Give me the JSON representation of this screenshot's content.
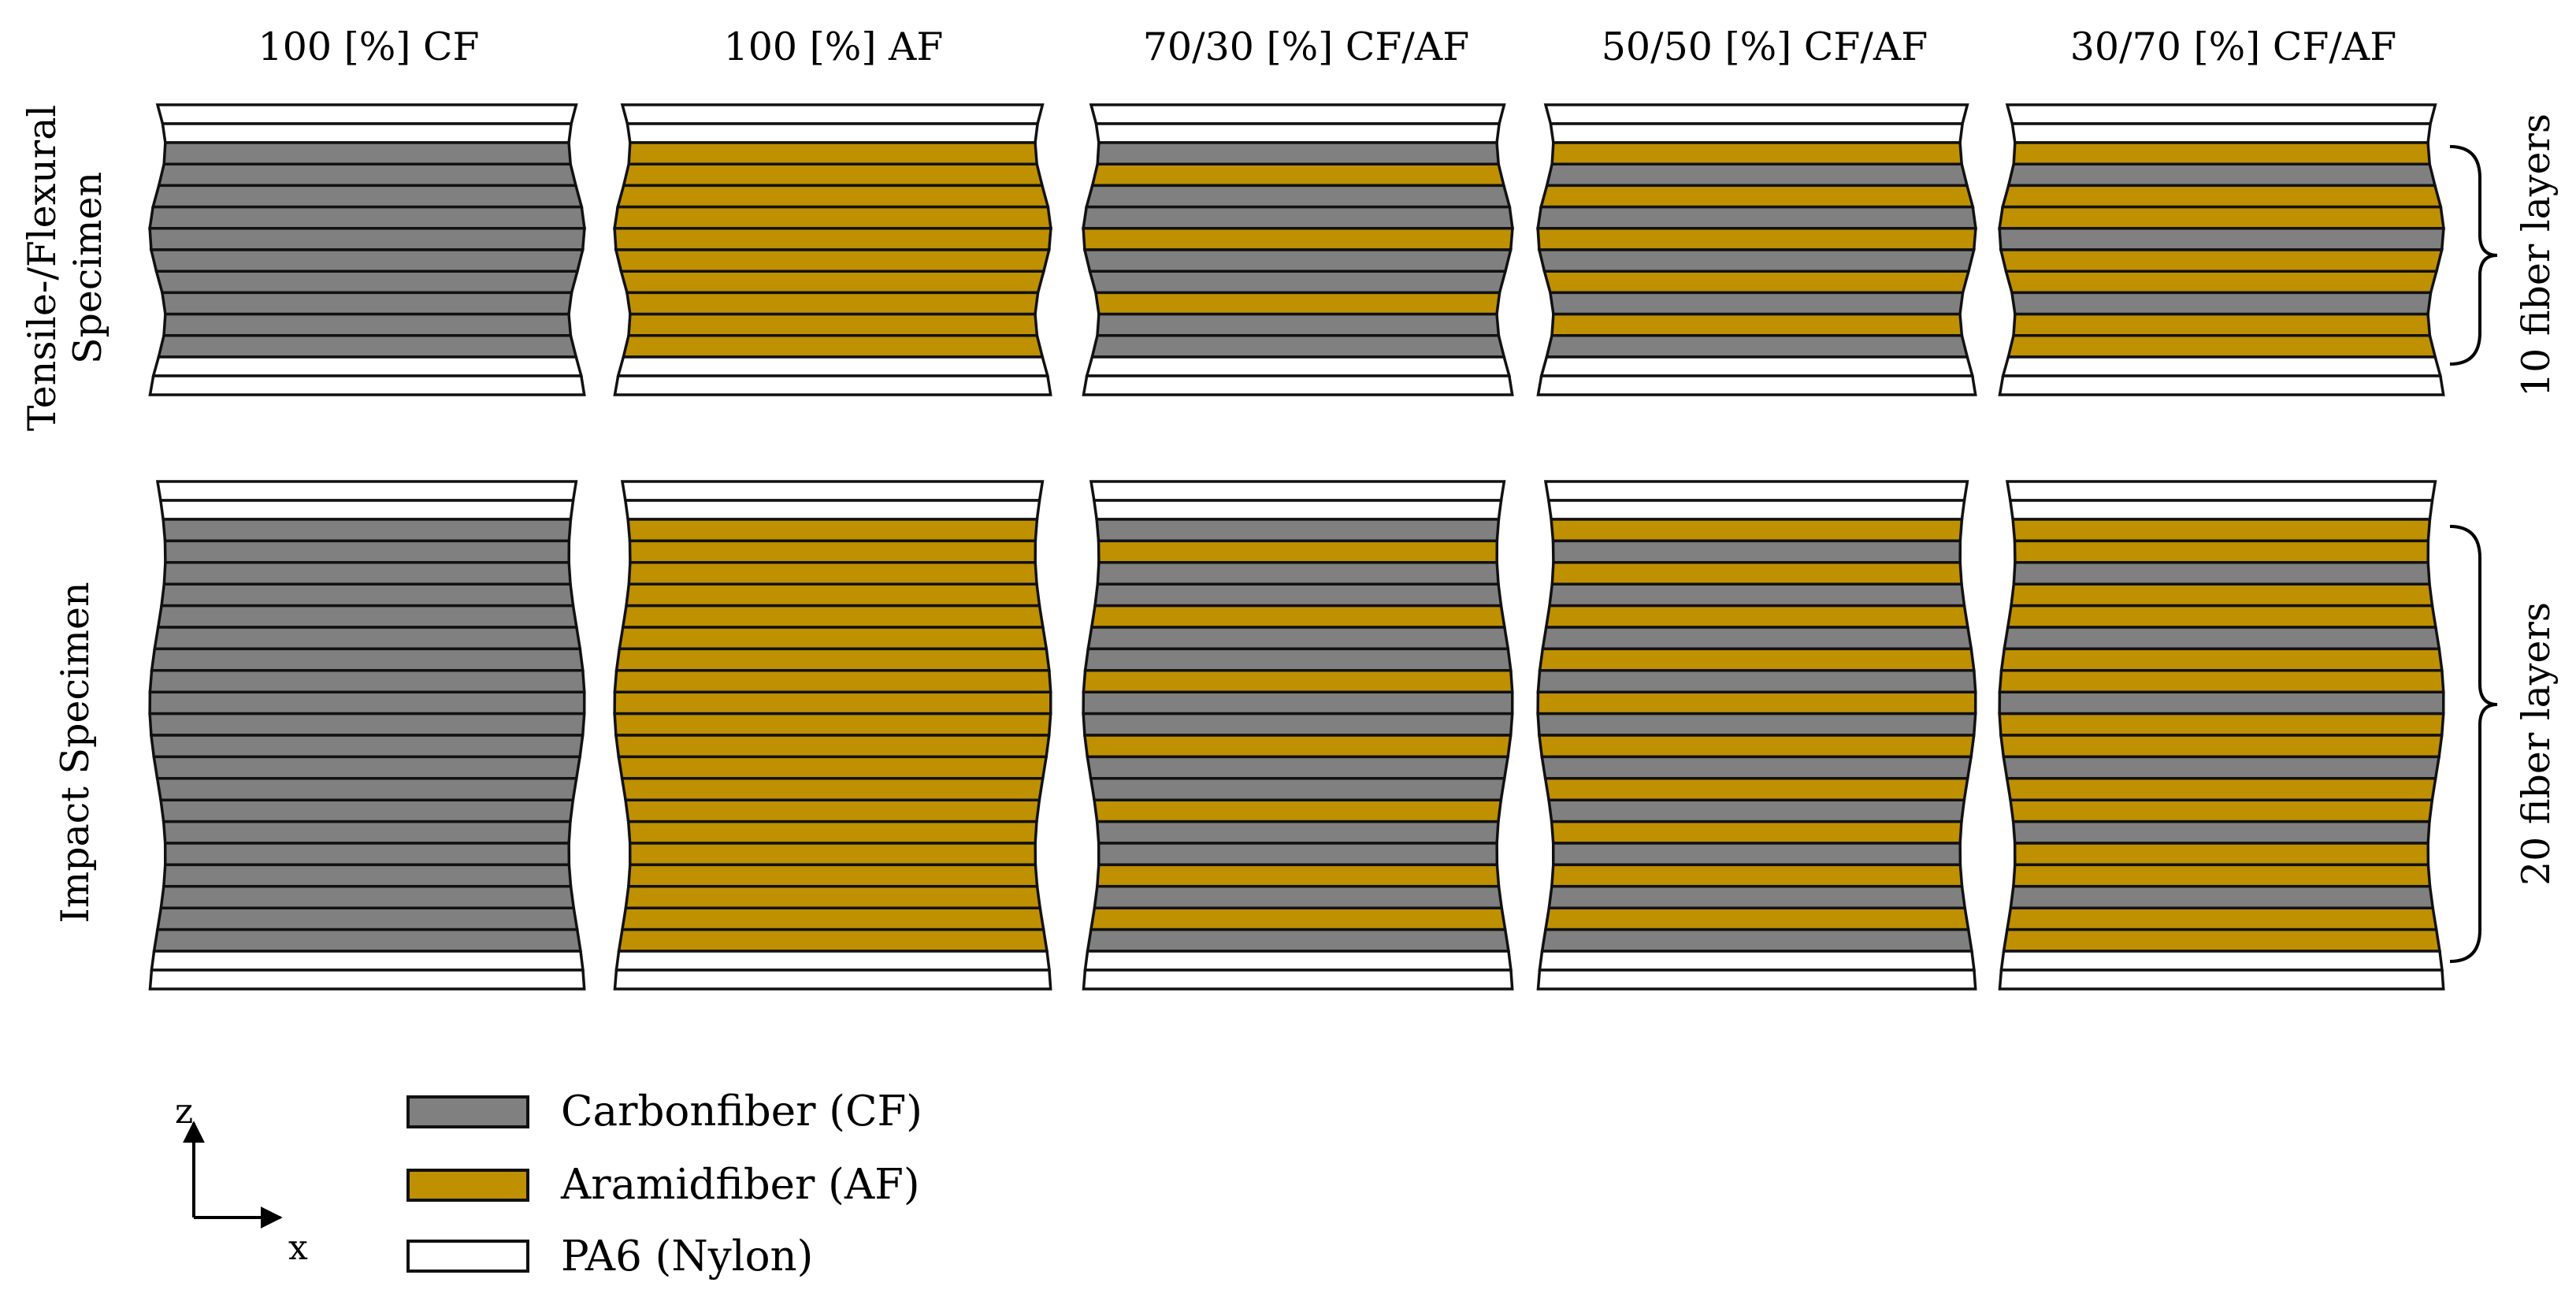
{
  "colors": {
    "carbonfiber": "#808080",
    "aramidfiber": "#bf9000",
    "nylon": "#ffffff",
    "outline": "#111111"
  },
  "columns": [
    {
      "title": "100 [%] CF",
      "tensile_layers": [
        "CF",
        "CF",
        "CF",
        "CF",
        "CF",
        "CF",
        "CF",
        "CF",
        "CF",
        "CF"
      ],
      "impact_layers": [
        "CF",
        "CF",
        "CF",
        "CF",
        "CF",
        "CF",
        "CF",
        "CF",
        "CF",
        "CF",
        "CF",
        "CF",
        "CF",
        "CF",
        "CF",
        "CF",
        "CF",
        "CF",
        "CF",
        "CF"
      ]
    },
    {
      "title": "100 [%] AF",
      "tensile_layers": [
        "AF",
        "AF",
        "AF",
        "AF",
        "AF",
        "AF",
        "AF",
        "AF",
        "AF",
        "AF"
      ],
      "impact_layers": [
        "AF",
        "AF",
        "AF",
        "AF",
        "AF",
        "AF",
        "AF",
        "AF",
        "AF",
        "AF",
        "AF",
        "AF",
        "AF",
        "AF",
        "AF",
        "AF",
        "AF",
        "AF",
        "AF",
        "AF"
      ]
    },
    {
      "title": "70/30 [%] CF/AF",
      "tensile_layers": [
        "CF",
        "AF",
        "CF",
        "CF",
        "AF",
        "CF",
        "CF",
        "AF",
        "CF",
        "CF"
      ],
      "impact_layers": [
        "CF",
        "AF",
        "CF",
        "CF",
        "AF",
        "CF",
        "CF",
        "AF",
        "CF",
        "CF",
        "AF",
        "CF",
        "CF",
        "AF",
        "CF",
        "CF",
        "AF",
        "CF",
        "AF",
        "CF"
      ]
    },
    {
      "title": "50/50 [%] CF/AF",
      "tensile_layers": [
        "AF",
        "CF",
        "AF",
        "CF",
        "AF",
        "CF",
        "AF",
        "CF",
        "AF",
        "CF"
      ],
      "impact_layers": [
        "AF",
        "CF",
        "AF",
        "CF",
        "AF",
        "CF",
        "AF",
        "CF",
        "AF",
        "CF",
        "AF",
        "CF",
        "AF",
        "CF",
        "AF",
        "CF",
        "AF",
        "CF",
        "AF",
        "CF"
      ]
    },
    {
      "title": "30/70 [%] CF/AF",
      "tensile_layers": [
        "AF",
        "CF",
        "AF",
        "AF",
        "CF",
        "AF",
        "AF",
        "CF",
        "AF",
        "AF"
      ],
      "impact_layers": [
        "AF",
        "AF",
        "CF",
        "AF",
        "AF",
        "CF",
        "AF",
        "AF",
        "CF",
        "AF",
        "AF",
        "CF",
        "AF",
        "AF",
        "CF",
        "AF",
        "AF",
        "CF",
        "AF",
        "AF"
      ]
    }
  ],
  "rows": {
    "tensile_label_line1": "Tensile-/Flexural",
    "tensile_label_line2": "Specimen",
    "impact_label": "Impact Specimen"
  },
  "braces": {
    "tensile": "10 fiber layers",
    "impact": "20 fiber layers"
  },
  "legend": [
    {
      "key": "CF",
      "label": "Carbonfiber (CF)"
    },
    {
      "key": "AF",
      "label": "Aramidfiber (AF)"
    },
    {
      "key": "PA",
      "label": "PA6 (Nylon)"
    }
  ],
  "axes": {
    "z": "z",
    "x": "x"
  }
}
